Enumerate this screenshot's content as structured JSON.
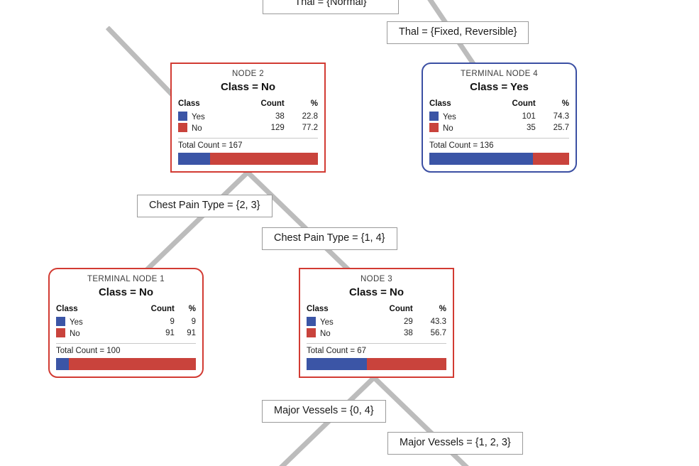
{
  "diagram": {
    "type": "decision-tree",
    "colors": {
      "yes": "#3b55a6",
      "no": "#c9433c",
      "node_border_red": "#d23b33",
      "node_border_blue": "#3b4fa3",
      "connector": "#bcbcbc",
      "label_border": "#9a9a9a"
    },
    "table_headers": {
      "class": "Class",
      "count": "Count",
      "percent": "%"
    }
  },
  "split_labels": [
    {
      "id": "thal-normal",
      "text": "Thal = {Normal}"
    },
    {
      "id": "thal-fixed-reversible",
      "text": "Thal = {Fixed, Reversible}"
    },
    {
      "id": "cp-2-3",
      "text": "Chest Pain Type = {2, 3}"
    },
    {
      "id": "cp-1-4",
      "text": "Chest Pain Type = {1, 4}"
    },
    {
      "id": "mv-0-4",
      "text": "Major Vessels = {0, 4}"
    },
    {
      "id": "mv-1-2-3",
      "text": "Major Vessels = {1, 2, 3}"
    }
  ],
  "nodes": [
    {
      "id": "node-2",
      "title": "NODE 2",
      "class_label": "Class = No",
      "border": "red",
      "terminal": false,
      "rows": [
        {
          "label": "Yes",
          "color": "yes",
          "count": "38",
          "pct": "22.8",
          "pct_value": 22.8
        },
        {
          "label": "No",
          "color": "no",
          "count": "129",
          "pct": "77.2",
          "pct_value": 77.2
        }
      ],
      "total_text": "Total Count = 167",
      "total_value": 167
    },
    {
      "id": "terminal-node-4",
      "title": "TERMINAL NODE 4",
      "class_label": "Class = Yes",
      "border": "blue",
      "terminal": true,
      "rows": [
        {
          "label": "Yes",
          "color": "yes",
          "count": "101",
          "pct": "74.3",
          "pct_value": 74.3
        },
        {
          "label": "No",
          "color": "no",
          "count": "35",
          "pct": "25.7",
          "pct_value": 25.7
        }
      ],
      "total_text": "Total Count = 136",
      "total_value": 136
    },
    {
      "id": "terminal-node-1",
      "title": "TERMINAL NODE 1",
      "class_label": "Class = No",
      "border": "red",
      "terminal": true,
      "rows": [
        {
          "label": "Yes",
          "color": "yes",
          "count": "9",
          "pct": "9",
          "pct_value": 9
        },
        {
          "label": "No",
          "color": "no",
          "count": "91",
          "pct": "91",
          "pct_value": 91
        }
      ],
      "total_text": "Total Count = 100",
      "total_value": 100
    },
    {
      "id": "node-3",
      "title": "NODE 3",
      "class_label": "Class = No",
      "border": "red",
      "terminal": false,
      "rows": [
        {
          "label": "Yes",
          "color": "yes",
          "count": "29",
          "pct": "43.3",
          "pct_value": 43.3
        },
        {
          "label": "No",
          "color": "no",
          "count": "38",
          "pct": "56.7",
          "pct_value": 56.7
        }
      ],
      "total_text": "Total Count = 67",
      "total_value": 67
    }
  ]
}
